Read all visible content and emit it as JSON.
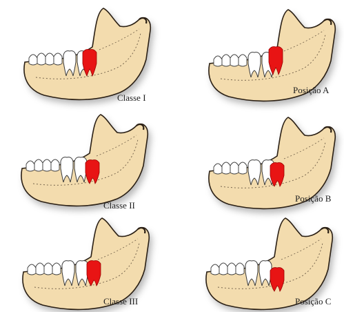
{
  "figure": {
    "panels": [
      {
        "id": "classe-1",
        "label": "Classe I"
      },
      {
        "id": "posicao-a",
        "label": "Posição A"
      },
      {
        "id": "classe-2",
        "label": "Classe II"
      },
      {
        "id": "posicao-b",
        "label": "Posição B"
      },
      {
        "id": "classe-3",
        "label": "Classe III"
      },
      {
        "id": "posicao-c",
        "label": "Posição C"
      }
    ],
    "colors": {
      "bone": "#f3dcae",
      "bone_outline": "#2a1f14",
      "shadow": "#9c9c9c",
      "tooth": "#ffffff",
      "impacted_tooth": "#e81414"
    }
  }
}
